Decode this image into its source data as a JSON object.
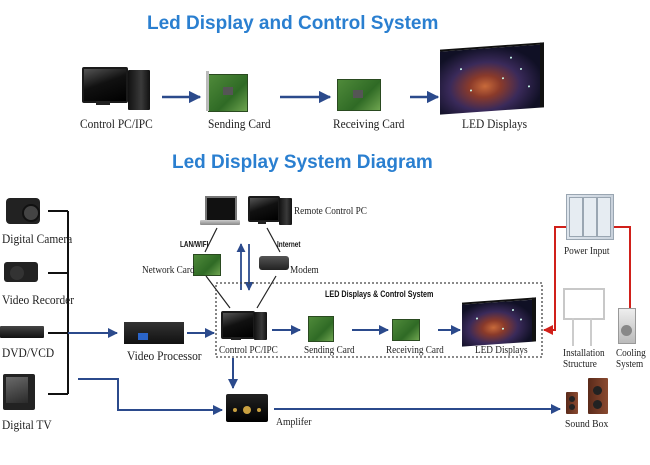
{
  "titles": {
    "top": "Led Display and Control System",
    "bottom": "Led Display System Diagram"
  },
  "top_flow": {
    "nodes": [
      {
        "id": "control-pc",
        "label": "Control PC/IPC",
        "icon": "computer-icon"
      },
      {
        "id": "sending-card",
        "label": "Sending Card",
        "icon": "circuit-card-icon"
      },
      {
        "id": "receiving-card",
        "label": "Receiving Card",
        "icon": "circuit-card-icon"
      },
      {
        "id": "led-displays",
        "label": "LED Displays",
        "icon": "led-screen-icon"
      }
    ],
    "edges": [
      [
        "control-pc",
        "sending-card"
      ],
      [
        "sending-card",
        "receiving-card"
      ],
      [
        "receiving-card",
        "led-displays"
      ]
    ]
  },
  "diagram": {
    "sources": [
      {
        "id": "digital-camera",
        "label": "Digital Camera",
        "icon": "camera-icon"
      },
      {
        "id": "video-recorder",
        "label": "Video Recorder",
        "icon": "camcorder-icon"
      },
      {
        "id": "dvd-vcd",
        "label": "DVD/VCD",
        "icon": "dvd-player-icon"
      },
      {
        "id": "digital-tv",
        "label": "Digital TV",
        "icon": "tv-icon"
      }
    ],
    "video_processor": {
      "label": "Video Processor",
      "icon": "video-processor-icon"
    },
    "remote": {
      "remote_pc": {
        "label": "Remote Control PC",
        "icon": "computer-icon"
      },
      "laptop": {
        "icon": "laptop-icon"
      },
      "network_card": {
        "label": "Network Card",
        "icon": "circuit-card-icon"
      },
      "modem": {
        "label": "Modem",
        "icon": "modem-icon"
      },
      "lan_tag": "LAN/WIFI",
      "internet_tag": "Internet"
    },
    "system_box": {
      "title": "LED Displays & Control System",
      "nodes": [
        {
          "id": "control-pc",
          "label": "Control PC/IPC"
        },
        {
          "id": "sending-card",
          "label": "Sending Card"
        },
        {
          "id": "receiving-card",
          "label": "Receiving Card"
        },
        {
          "id": "led-displays",
          "label": "LED Displays"
        }
      ]
    },
    "power_input": {
      "label": "Power Input",
      "icon": "power-cabinet-icon"
    },
    "installation_structure": {
      "label_line1": "Installation",
      "label_line2": "Structure",
      "icon": "steel-frame-icon"
    },
    "cooling_system": {
      "label_line1": "Cooling",
      "label_line2": "System",
      "icon": "air-conditioner-icon"
    },
    "amplifier": {
      "label": "Amplifer",
      "icon": "amplifier-icon"
    },
    "sound_box": {
      "label": "Sound Box",
      "icon": "speaker-icon"
    },
    "colors": {
      "title_blue": "#2a7fd0",
      "arrow_blue": "#2b4a8c",
      "power_red": "#d0201a",
      "connector_black": "#111111"
    }
  }
}
